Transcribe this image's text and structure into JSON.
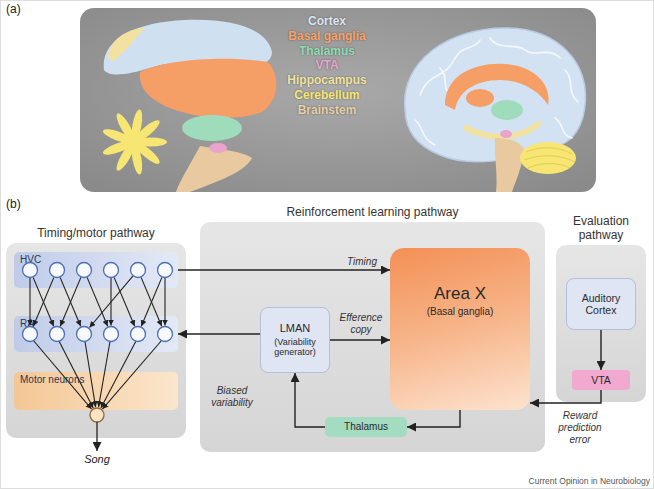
{
  "diagram": {
    "nodes": [
      {
        "text": [
          "Timing/motor pathway"
        ]
      },
      {
        "text": [
          "HVC"
        ],
        "in": 0
      },
      {
        "text": [
          "RA"
        ],
        "in": 0
      },
      {
        "text": [
          "Motor neurons"
        ],
        "in": 0
      },
      {
        "text": [
          "Reinforcement learning pathway"
        ]
      },
      {
        "text": [
          "LMAN",
          "(Variability generator)"
        ],
        "in": 4
      },
      {
        "text": [
          "Area X",
          "(Basal ganglia)"
        ],
        "in": 4
      },
      {
        "text": [
          "Thalamus"
        ],
        "in": 4
      },
      {
        "text": [
          "Evaluation pathway"
        ]
      },
      {
        "text": [
          "Auditory Cortex"
        ],
        "in": 8
      },
      {
        "text": [
          "VTA"
        ],
        "in": 8
      }
    ],
    "edges": [
      {
        "from": 1,
        "to": 6,
        "label": "Timing",
        "arrow": "to"
      },
      {
        "from": 5,
        "to": 6,
        "label": "Efference copy",
        "arrow": "to"
      },
      {
        "from": 5,
        "to": 2,
        "label": "Biased variability",
        "arrow": "to"
      },
      {
        "from": 6,
        "to": 7,
        "arrow": "to"
      },
      {
        "from": 7,
        "to": 5,
        "arrow": "to"
      },
      {
        "from": 9,
        "to": 10,
        "arrow": "to"
      },
      {
        "from": 10,
        "to": 6,
        "label": "Reward prediction error",
        "arrow": "to"
      }
    ],
    "labels": [
      "(a)",
      "Cortex",
      "Basal ganglia",
      "Thalamus",
      "VTA",
      "Hippocampus",
      "Cerebellum",
      "Brainstem",
      "(b)",
      "Song",
      "Current Opinion in Neurobiology"
    ]
  }
}
